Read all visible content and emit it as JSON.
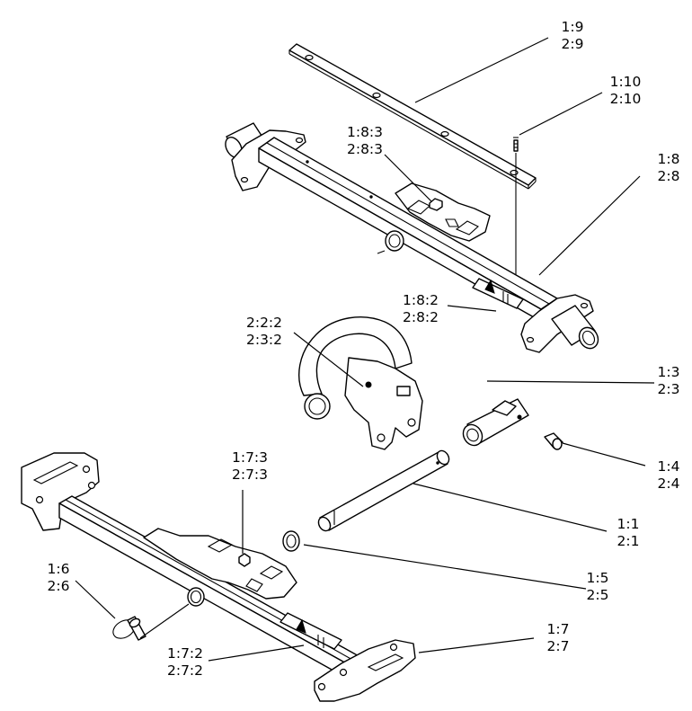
{
  "callouts": [
    {
      "id": "c-1-9",
      "line1": "1:9",
      "line2": "2:9"
    },
    {
      "id": "c-1-10",
      "line1": "1:10",
      "line2": "2:10"
    },
    {
      "id": "c-1-8-3",
      "line1": "1:8:3",
      "line2": "2:8:3"
    },
    {
      "id": "c-1-8",
      "line1": "1:8",
      "line2": "2:8"
    },
    {
      "id": "c-1-8-2",
      "line1": "1:8:2",
      "line2": "2:8:2"
    },
    {
      "id": "c-2-2-2",
      "line1": "2:2:2",
      "line2": "2:3:2"
    },
    {
      "id": "c-1-3",
      "line1": "1:3",
      "line2": "2:3"
    },
    {
      "id": "c-1-4",
      "line1": "1:4",
      "line2": "2:4"
    },
    {
      "id": "c-1-7-3",
      "line1": "1:7:3",
      "line2": "2:7:3"
    },
    {
      "id": "c-1-1",
      "line1": "1:1",
      "line2": "2:1"
    },
    {
      "id": "c-1-6",
      "line1": "1:6",
      "line2": "2:6"
    },
    {
      "id": "c-1-5",
      "line1": "1:5",
      "line2": "2:5"
    },
    {
      "id": "c-1-7",
      "line1": "1:7",
      "line2": "2:7"
    },
    {
      "id": "c-1-7-2",
      "line1": "1:7:2",
      "line2": "2:7:2"
    }
  ]
}
